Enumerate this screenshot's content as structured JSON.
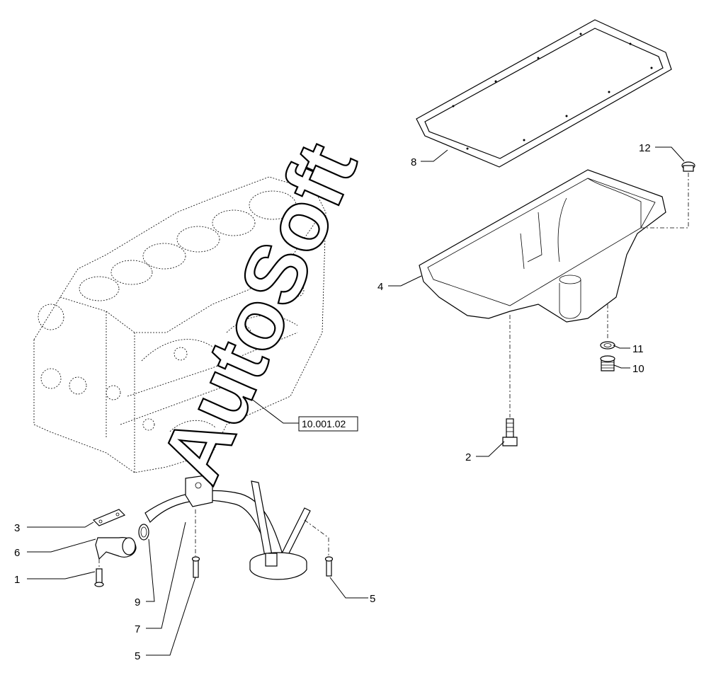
{
  "diagram": {
    "reference_label": "10.001.02",
    "watermark": "AutoSoft",
    "callouts": [
      {
        "id": "c1",
        "text": "1"
      },
      {
        "id": "c2",
        "text": "2"
      },
      {
        "id": "c3",
        "text": "3"
      },
      {
        "id": "c4",
        "text": "4"
      },
      {
        "id": "c5a",
        "text": "5"
      },
      {
        "id": "c5b",
        "text": "5"
      },
      {
        "id": "c6",
        "text": "6"
      },
      {
        "id": "c7",
        "text": "7"
      },
      {
        "id": "c8",
        "text": "8"
      },
      {
        "id": "c9",
        "text": "9"
      },
      {
        "id": "c10",
        "text": "10"
      },
      {
        "id": "c11",
        "text": "11"
      },
      {
        "id": "c12",
        "text": "12"
      }
    ]
  }
}
